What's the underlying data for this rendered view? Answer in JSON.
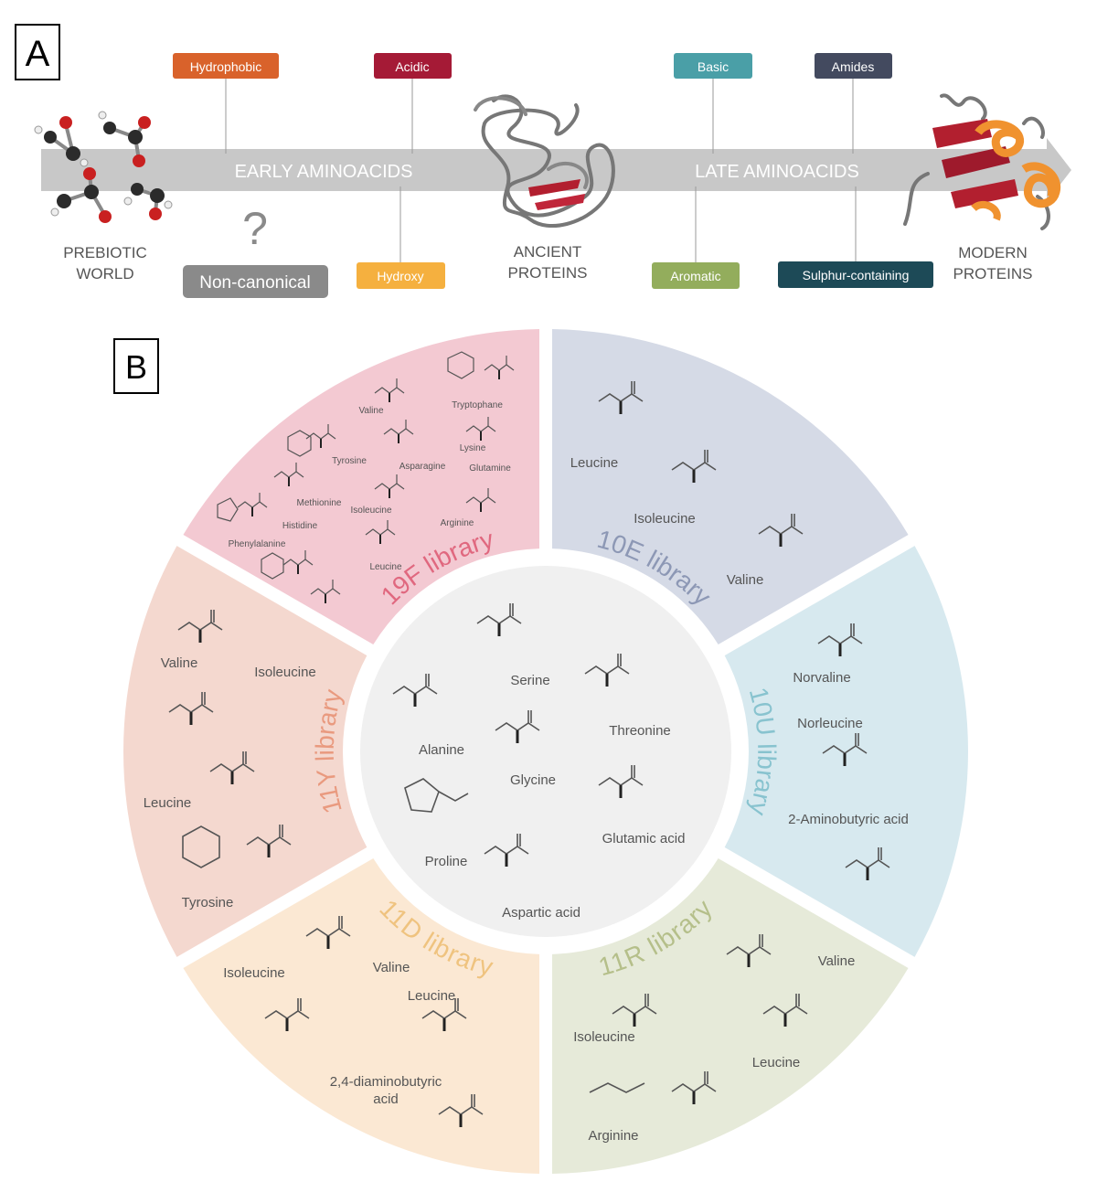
{
  "panel_a": {
    "label": "A",
    "arrow_labels": {
      "early": "EARLY AMINOACIDS",
      "late": "LATE AMINOACIDS"
    },
    "stages": {
      "prebiotic": [
        "PREBIOTIC",
        "WORLD"
      ],
      "ancient": [
        "ANCIENT",
        "PROTEINS"
      ],
      "modern": [
        "MODERN",
        "PROTEINS"
      ]
    },
    "question_mark": "?",
    "tags": {
      "hydrophobic": "Hydrophobic",
      "acidic": "Acidic",
      "basic": "Basic",
      "amides": "Amides",
      "noncanonical": "Non-canonical",
      "hydroxy": "Hydroxy",
      "aromatic": "Aromatic",
      "sulphur": "Sulphur-containing"
    },
    "colors": {
      "arrow": "#c8c8c8",
      "hydrophobic": "#d9622b",
      "acidic": "#a51a36",
      "basic": "#4a9fa7",
      "amides": "#434a5f",
      "noncanonical": "#8a8a8a",
      "hydroxy": "#f5b03f",
      "aromatic": "#93ad5c",
      "sulphur": "#1d4a57"
    }
  },
  "panel_b": {
    "label": "B",
    "center": [
      "Serine",
      "Alanine",
      "Threonine",
      "Glycine",
      "Glutamic acid",
      "Proline",
      "Aspartic acid"
    ],
    "libraries": [
      {
        "id": "19F",
        "name": "19F library",
        "color": "#f3c9d2",
        "text_color": "#e0687f",
        "members": [
          "Valine",
          "Tryptophane",
          "Tyrosine",
          "Asparagine",
          "Lysine",
          "Glutamine",
          "Methionine",
          "Isoleucine",
          "Arginine",
          "Histidine",
          "Phenylalanine",
          "Leucine"
        ]
      },
      {
        "id": "10E",
        "name": "10E library",
        "color": "#d5dae6",
        "text_color": "#8d98b5",
        "members": [
          "Leucine",
          "Isoleucine",
          "Valine"
        ]
      },
      {
        "id": "10U",
        "name": "10U library",
        "color": "#d7e9ef",
        "text_color": "#88c3cf",
        "members": [
          "Norvaline",
          "Norleucine",
          "2-Aminobutyric acid"
        ]
      },
      {
        "id": "11R",
        "name": "11R library",
        "color": "#e6ead9",
        "text_color": "#b5bf8a",
        "members": [
          "Valine",
          "Isoleucine",
          "Leucine",
          "Arginine"
        ]
      },
      {
        "id": "11D",
        "name": "11D library",
        "color": "#fbe8d3",
        "text_color": "#efc37f",
        "members": [
          "Isoleucine",
          "Valine",
          "Leucine",
          "2,4-diaminobutyric",
          "acid"
        ]
      },
      {
        "id": "11Y",
        "name": "11Y library",
        "color": "#f4d8cf",
        "text_color": "#e99a7f",
        "members": [
          "Valine",
          "Isoleucine",
          "Leucine",
          "Tyrosine"
        ]
      }
    ]
  }
}
